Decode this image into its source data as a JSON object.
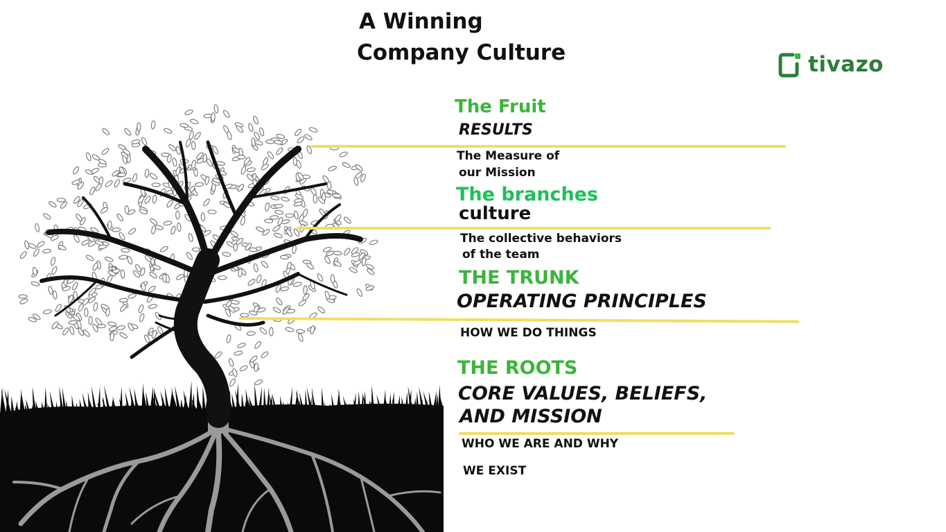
{
  "title": {
    "line1": "A Winning",
    "line2": "Company Culture"
  },
  "logo": {
    "text": "tivazo",
    "icon": "tivazo-logo-icon",
    "color": "#2e7d3b"
  },
  "colors": {
    "heading_green": "#3cb43c",
    "branches_green": "#1fbf5a",
    "divider_yellow": "#f2dd64",
    "tree": "#111111",
    "roots": "#9a9a9a",
    "leaves": "#8a8a8a"
  },
  "sections": {
    "fruit": {
      "heading": "The Fruit",
      "subject": "RESULTS",
      "desc1": "The Measure of",
      "desc2": "our Mission"
    },
    "branches": {
      "heading": "The branches",
      "subject": "culture",
      "desc1": "The collective behaviors",
      "desc2": "of the team"
    },
    "trunk": {
      "heading": "THE TRUNK",
      "subject": "OPERATING PRINCIPLES",
      "desc1": "HOW WE DO THINGS"
    },
    "roots": {
      "heading": "THE ROOTS",
      "subject1": "CORE VALUES, BELIEFS,",
      "subject2": "AND MISSION",
      "desc1": "WHO WE ARE AND WHY",
      "desc2": "WE EXIST"
    }
  }
}
